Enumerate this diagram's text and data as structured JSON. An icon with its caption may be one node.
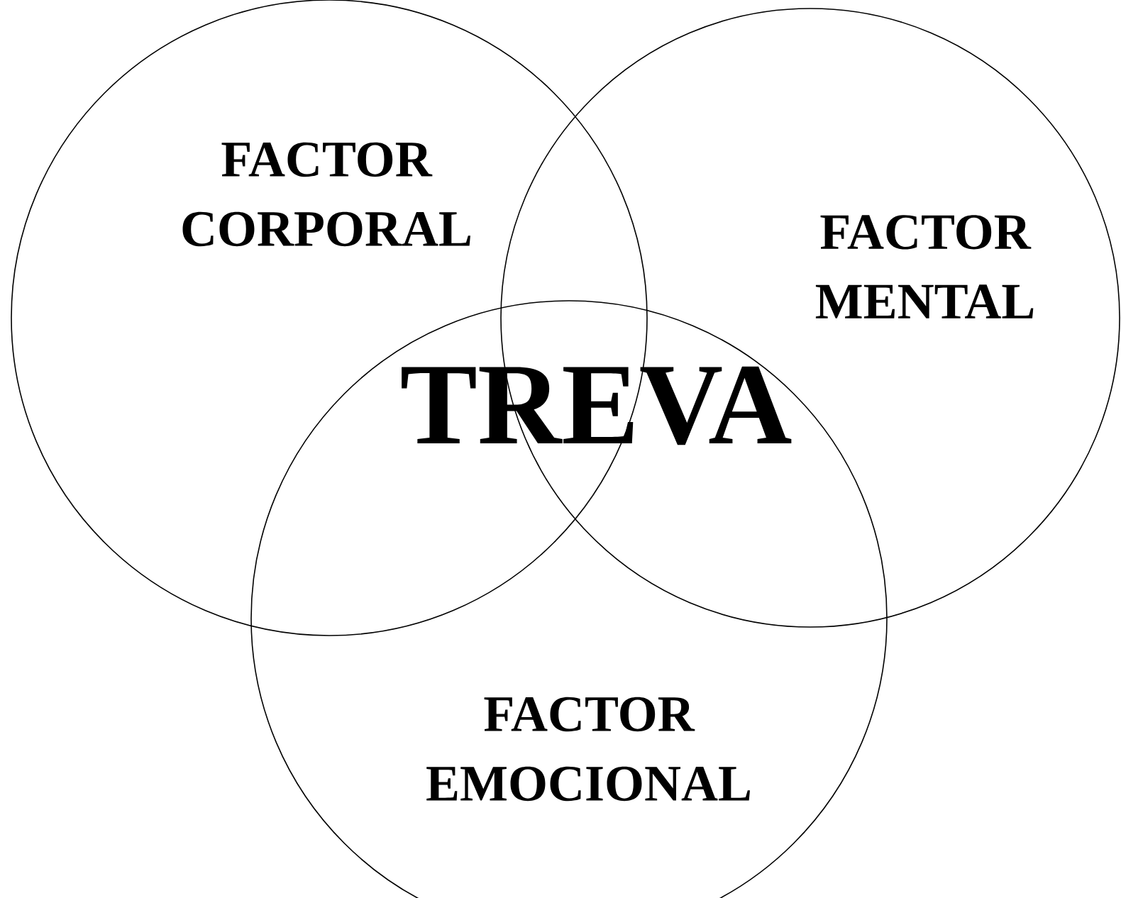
{
  "diagram": {
    "nodes": [
      {
        "text": [
          "FACTOR CORPORAL"
        ]
      },
      {
        "text": [
          "FACTOR MENTAL"
        ]
      },
      {
        "text": [
          "FACTOR EMOCIONAL"
        ]
      }
    ],
    "labels": [
      "TREVA"
    ]
  }
}
